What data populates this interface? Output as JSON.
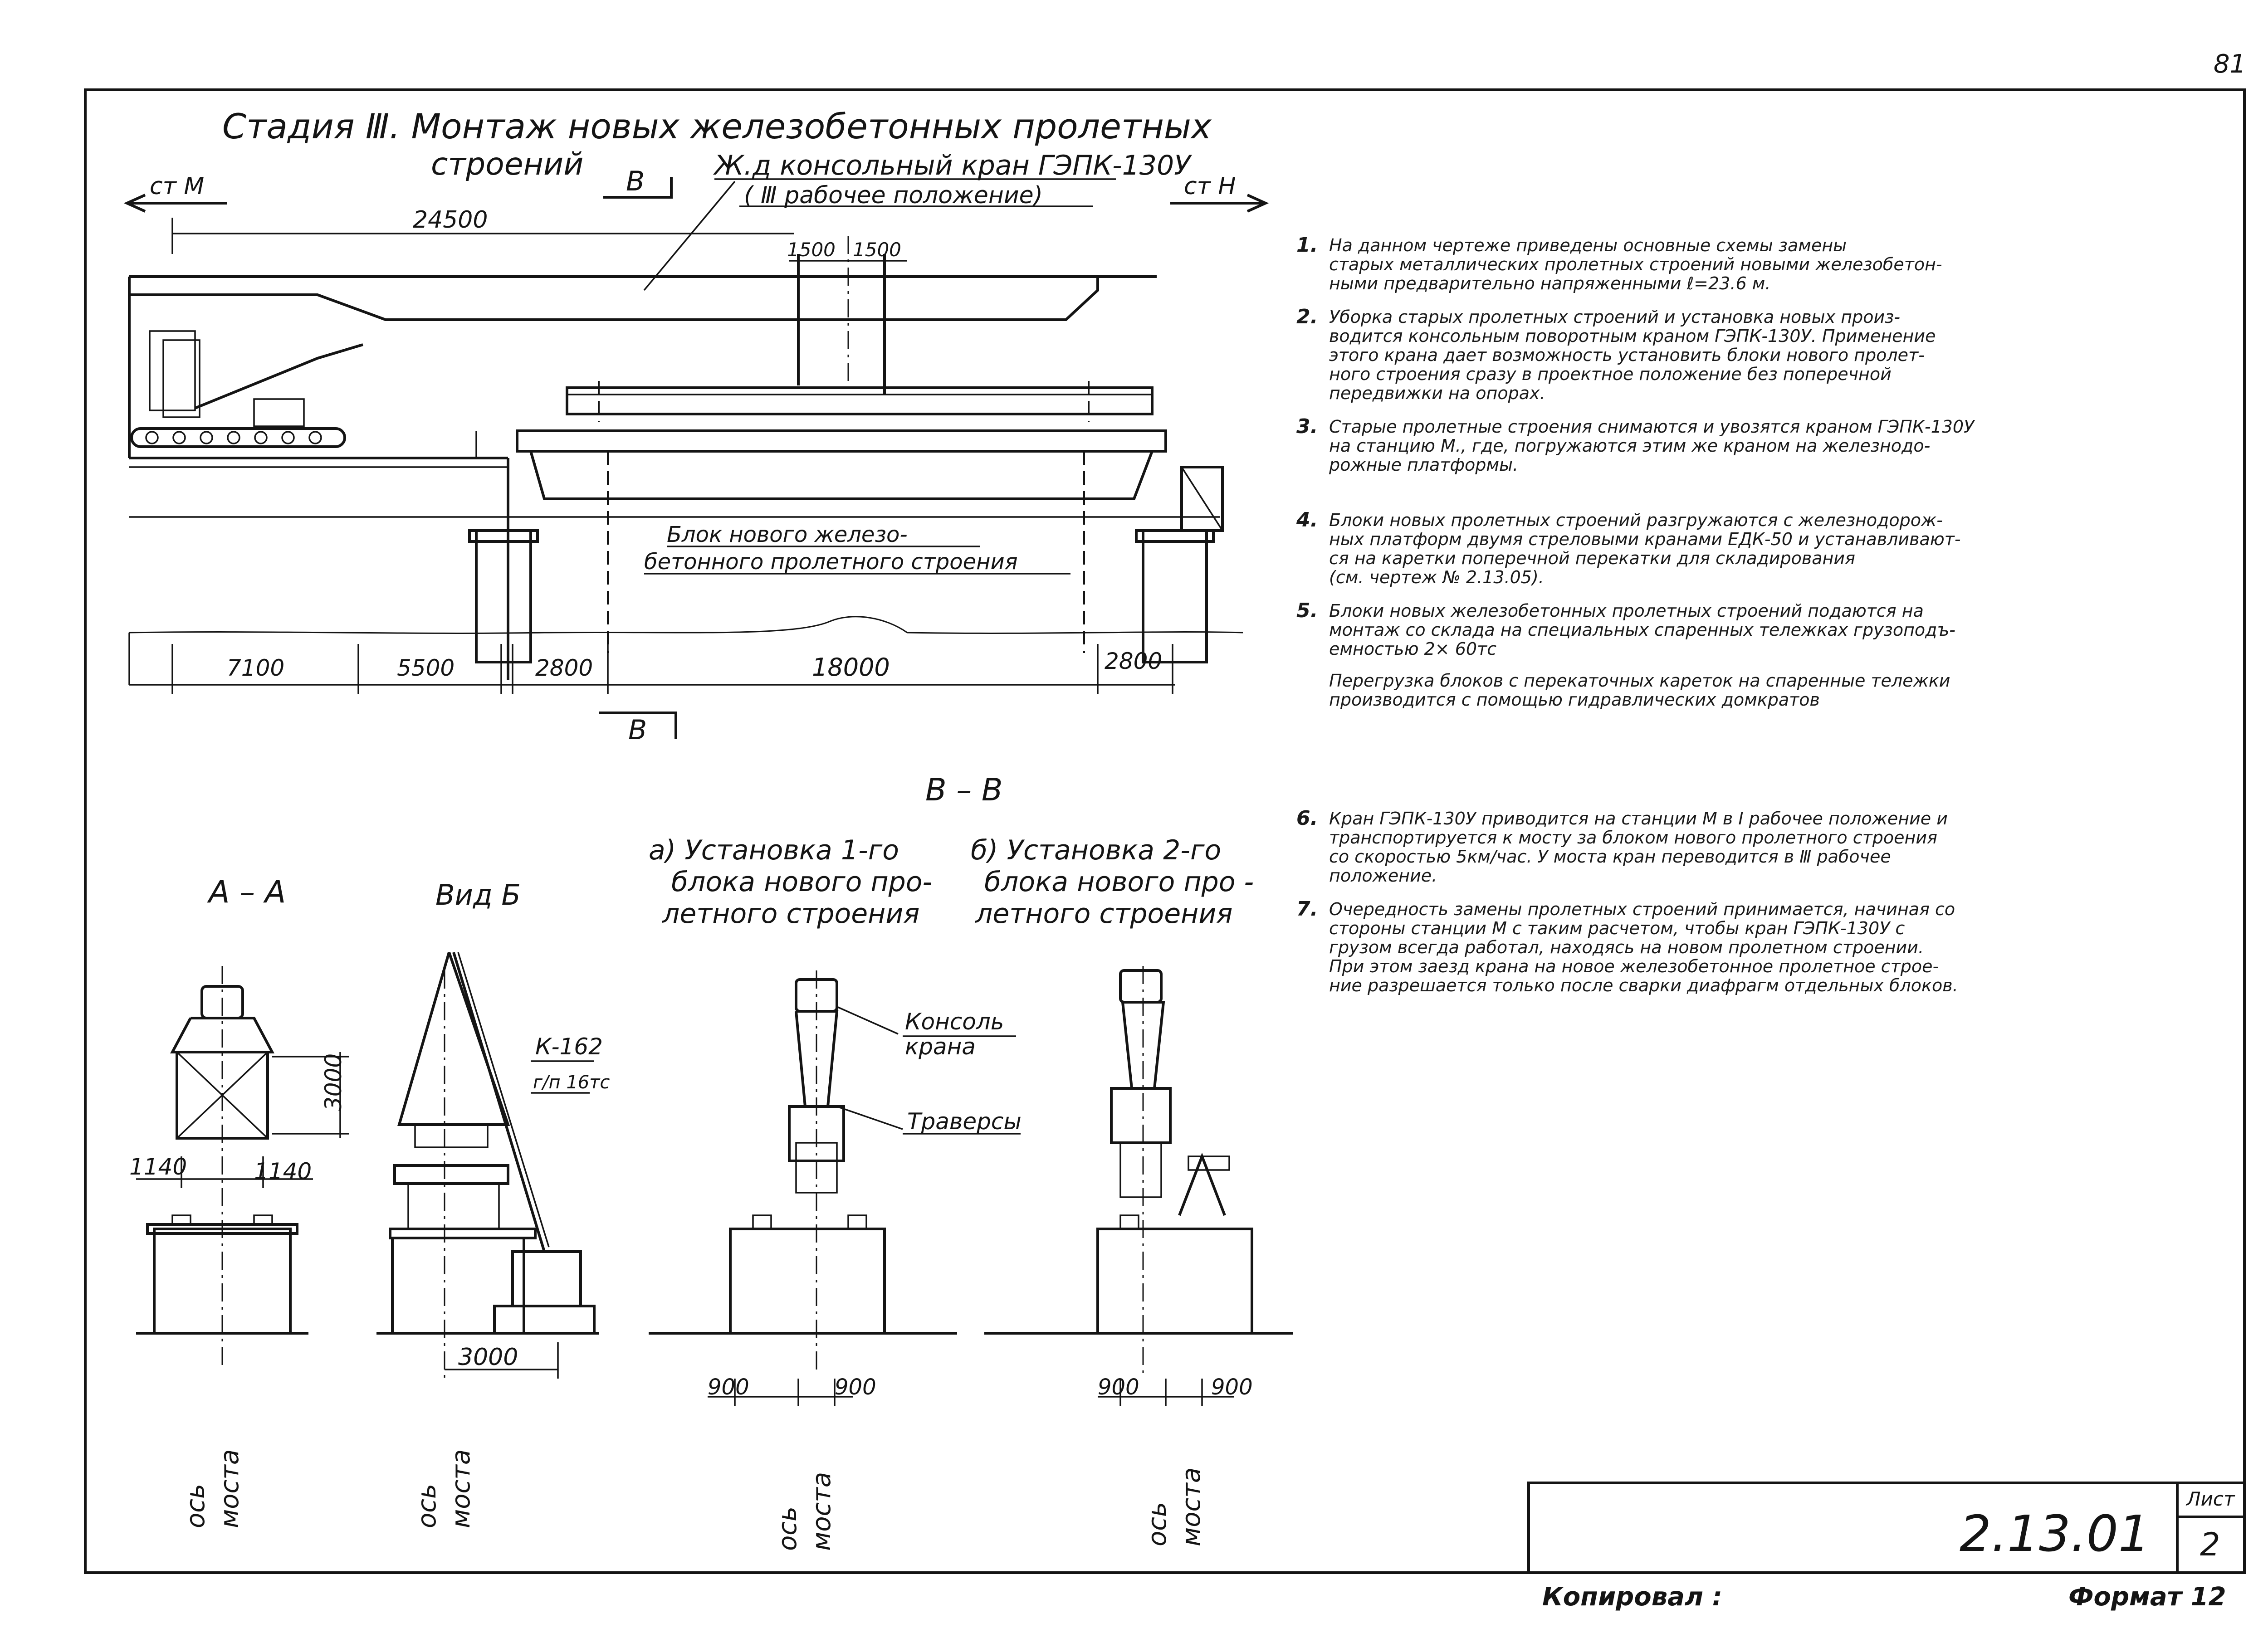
{
  "page_number": "81",
  "title_line1": "Стадия Ⅲ. Монтаж новых железобетонных пролетных",
  "title_line2": "строений",
  "crane_label_1": "Ж.д консольный кран ГЭПК-130У",
  "crane_label_2": "( Ⅲ рабочее положение)",
  "station_left": "ст М",
  "station_right": "ст Н",
  "section_marker": "В",
  "dim_top": "24500",
  "dim_1500_a": "1500",
  "dim_1500_b": "1500",
  "block_label_1": "Блок нового железо-",
  "block_label_2": "бетонного пролетного строения",
  "dims_bottom": [
    "7100",
    "5500",
    "2800",
    "18000",
    "2800"
  ],
  "section_vv": "В – В",
  "section_aa": "А – А",
  "view_b": "Вид Б",
  "caption_a_1": "а) Установка 1-го",
  "caption_a_2": "блока нового про-",
  "caption_a_3": "летного строения",
  "caption_b_1": "б) Установка 2-го",
  "caption_b_2": "блока нового про -",
  "caption_b_3": "летного строения",
  "dim_3000_v": "3000",
  "dim_1140_a": "1140",
  "dim_1140_b": "1140",
  "k162_1": "К-162",
  "k162_2": "г/п 16тс",
  "dim_3000_h": "3000",
  "label_konsol_1": "Консоль",
  "label_konsol_2": "крана",
  "label_traversy": "Траверсы",
  "dim_900_a": "900",
  "dim_900_b": "900",
  "dim_900_c": "900",
  "dim_900_d": "900",
  "axis_label_1": "ось",
  "axis_label_2": "моста",
  "notes": [
    {
      "num": "1.",
      "text": "На данном чертеже приведены основные схемы замены\nстарых металлических пролетных строений новыми железобетон-\nными предварительно напряженными ℓ=23.6 м."
    },
    {
      "num": "2.",
      "text": "Уборка старых пролетных строений и установка новых произ-\nводится консольным поворотным краном ГЭПК-130У. Применение\nэтого крана дает возможность установить блоки нового пролет-\nного строения сразу в проектное положение без поперечной\nпередвижки на опорах."
    },
    {
      "num": "3.",
      "text": "Старые пролетные строения снимаются и увозятся краном ГЭПК-130У\nна станцию М., где, погружаются этим же краном на железнодо-\nрожные платформы."
    },
    {
      "num": "4.",
      "text": "Блоки новых пролетных строений разгружаются с железнодорож-\nных платформ двумя стреловыми кранами ЕДК-50 и устанавливают-\nся на каретки поперечной перекатки для складирования\n(см. чертеж № 2.13.05)."
    },
    {
      "num": "5.",
      "text": "Блоки новых железобетонных пролетных строений подаются на\nмонтаж со склада на специальных спаренных тележках грузоподъ-\nемностью 2× 60тс"
    },
    {
      "num": "6.",
      "text": "Кран ГЭПК-130У приводится на станции М в Ⅰ рабочее положение и\nтранспортируется к мосту за блоком нового пролетного строения\nсо скоростью 5км/час. У моста кран переводится в Ⅲ рабочее\nположение."
    },
    {
      "num": "7.",
      "text": "Очередность замены пролетных строений принимается, начиная со\nстороны станции М с таким расчетом, чтобы кран ГЭПК-130У с\nгрузом всегда работал, находясь на новом пролетном строении.\nПри этом заезд крана на новое железобетонное пролетное строе-\nние разрешается только после сварки диафрагм отдельных блоков."
    }
  ],
  "note5_extra": "Перегрузка блоков с перекаточных кареток на спаренные тележки\nпроизводится с помощью гидравлических домкратов",
  "drawing_number": "2.13.01",
  "sheet_label": "Лист",
  "sheet_number": "2",
  "copied_label": "Копировал :",
  "format_label": "Формат 12"
}
